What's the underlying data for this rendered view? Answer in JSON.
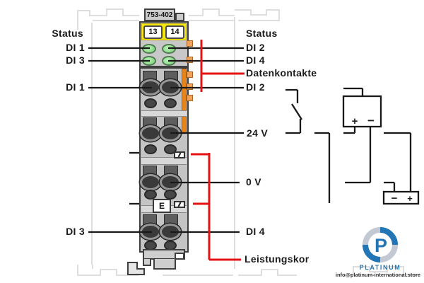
{
  "module": {
    "part_number": "753-402",
    "terminal_left": "13",
    "terminal_right": "14",
    "marking": "E"
  },
  "labels": {
    "status_left": "Status",
    "di1_led": "DI 1",
    "di3_led": "DI 3",
    "di1_terminal": "DI 1",
    "di3_terminal": "DI 3",
    "status_right": "Status",
    "di2_led": "DI 2",
    "di4_led": "DI 4",
    "datenkontakte": "Datenkontakte",
    "di2_terminal": "DI 2",
    "supply_24v": "24 V",
    "supply_0v": "0 V",
    "di4_terminal": "DI 4",
    "leistungskontakte": "Leistungskor"
  },
  "circuit": {
    "battery1_plus": "+",
    "battery1_minus": "−",
    "battery2_minus": "−",
    "battery2_plus": "+"
  },
  "watermark": {
    "logo_letter": "P",
    "brand": "PLATINUM",
    "email": "info@platinum-international.store"
  },
  "colors": {
    "red_line": "#e51313",
    "wire_black": "#191919",
    "module_orange": "#e8841c",
    "terminal_yellow": "#f6e70c",
    "led_green": "#8bdc8b",
    "brand_blue": "#2276b5"
  }
}
